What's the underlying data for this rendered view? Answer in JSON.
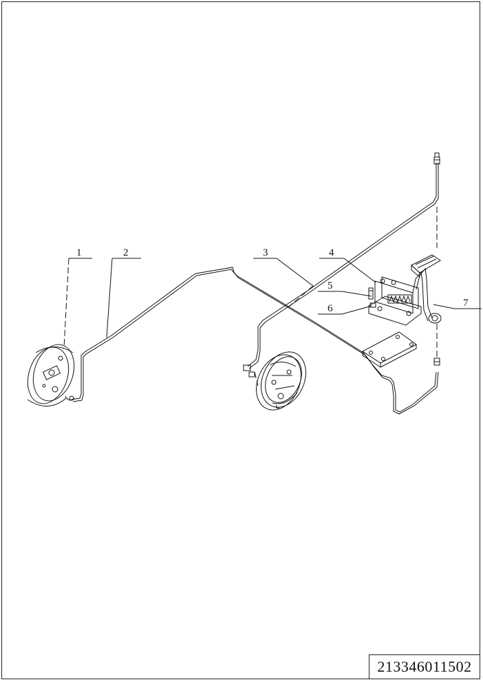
{
  "diagram": {
    "callouts": [
      {
        "id": "1",
        "label": "1"
      },
      {
        "id": "2",
        "label": "2"
      },
      {
        "id": "3",
        "label": "3"
      },
      {
        "id": "4",
        "label": "4"
      },
      {
        "id": "5",
        "label": "5"
      },
      {
        "id": "6",
        "label": "6"
      },
      {
        "id": "7",
        "label": "7"
      }
    ]
  },
  "title_block": {
    "drawing_number": "213346011502"
  }
}
